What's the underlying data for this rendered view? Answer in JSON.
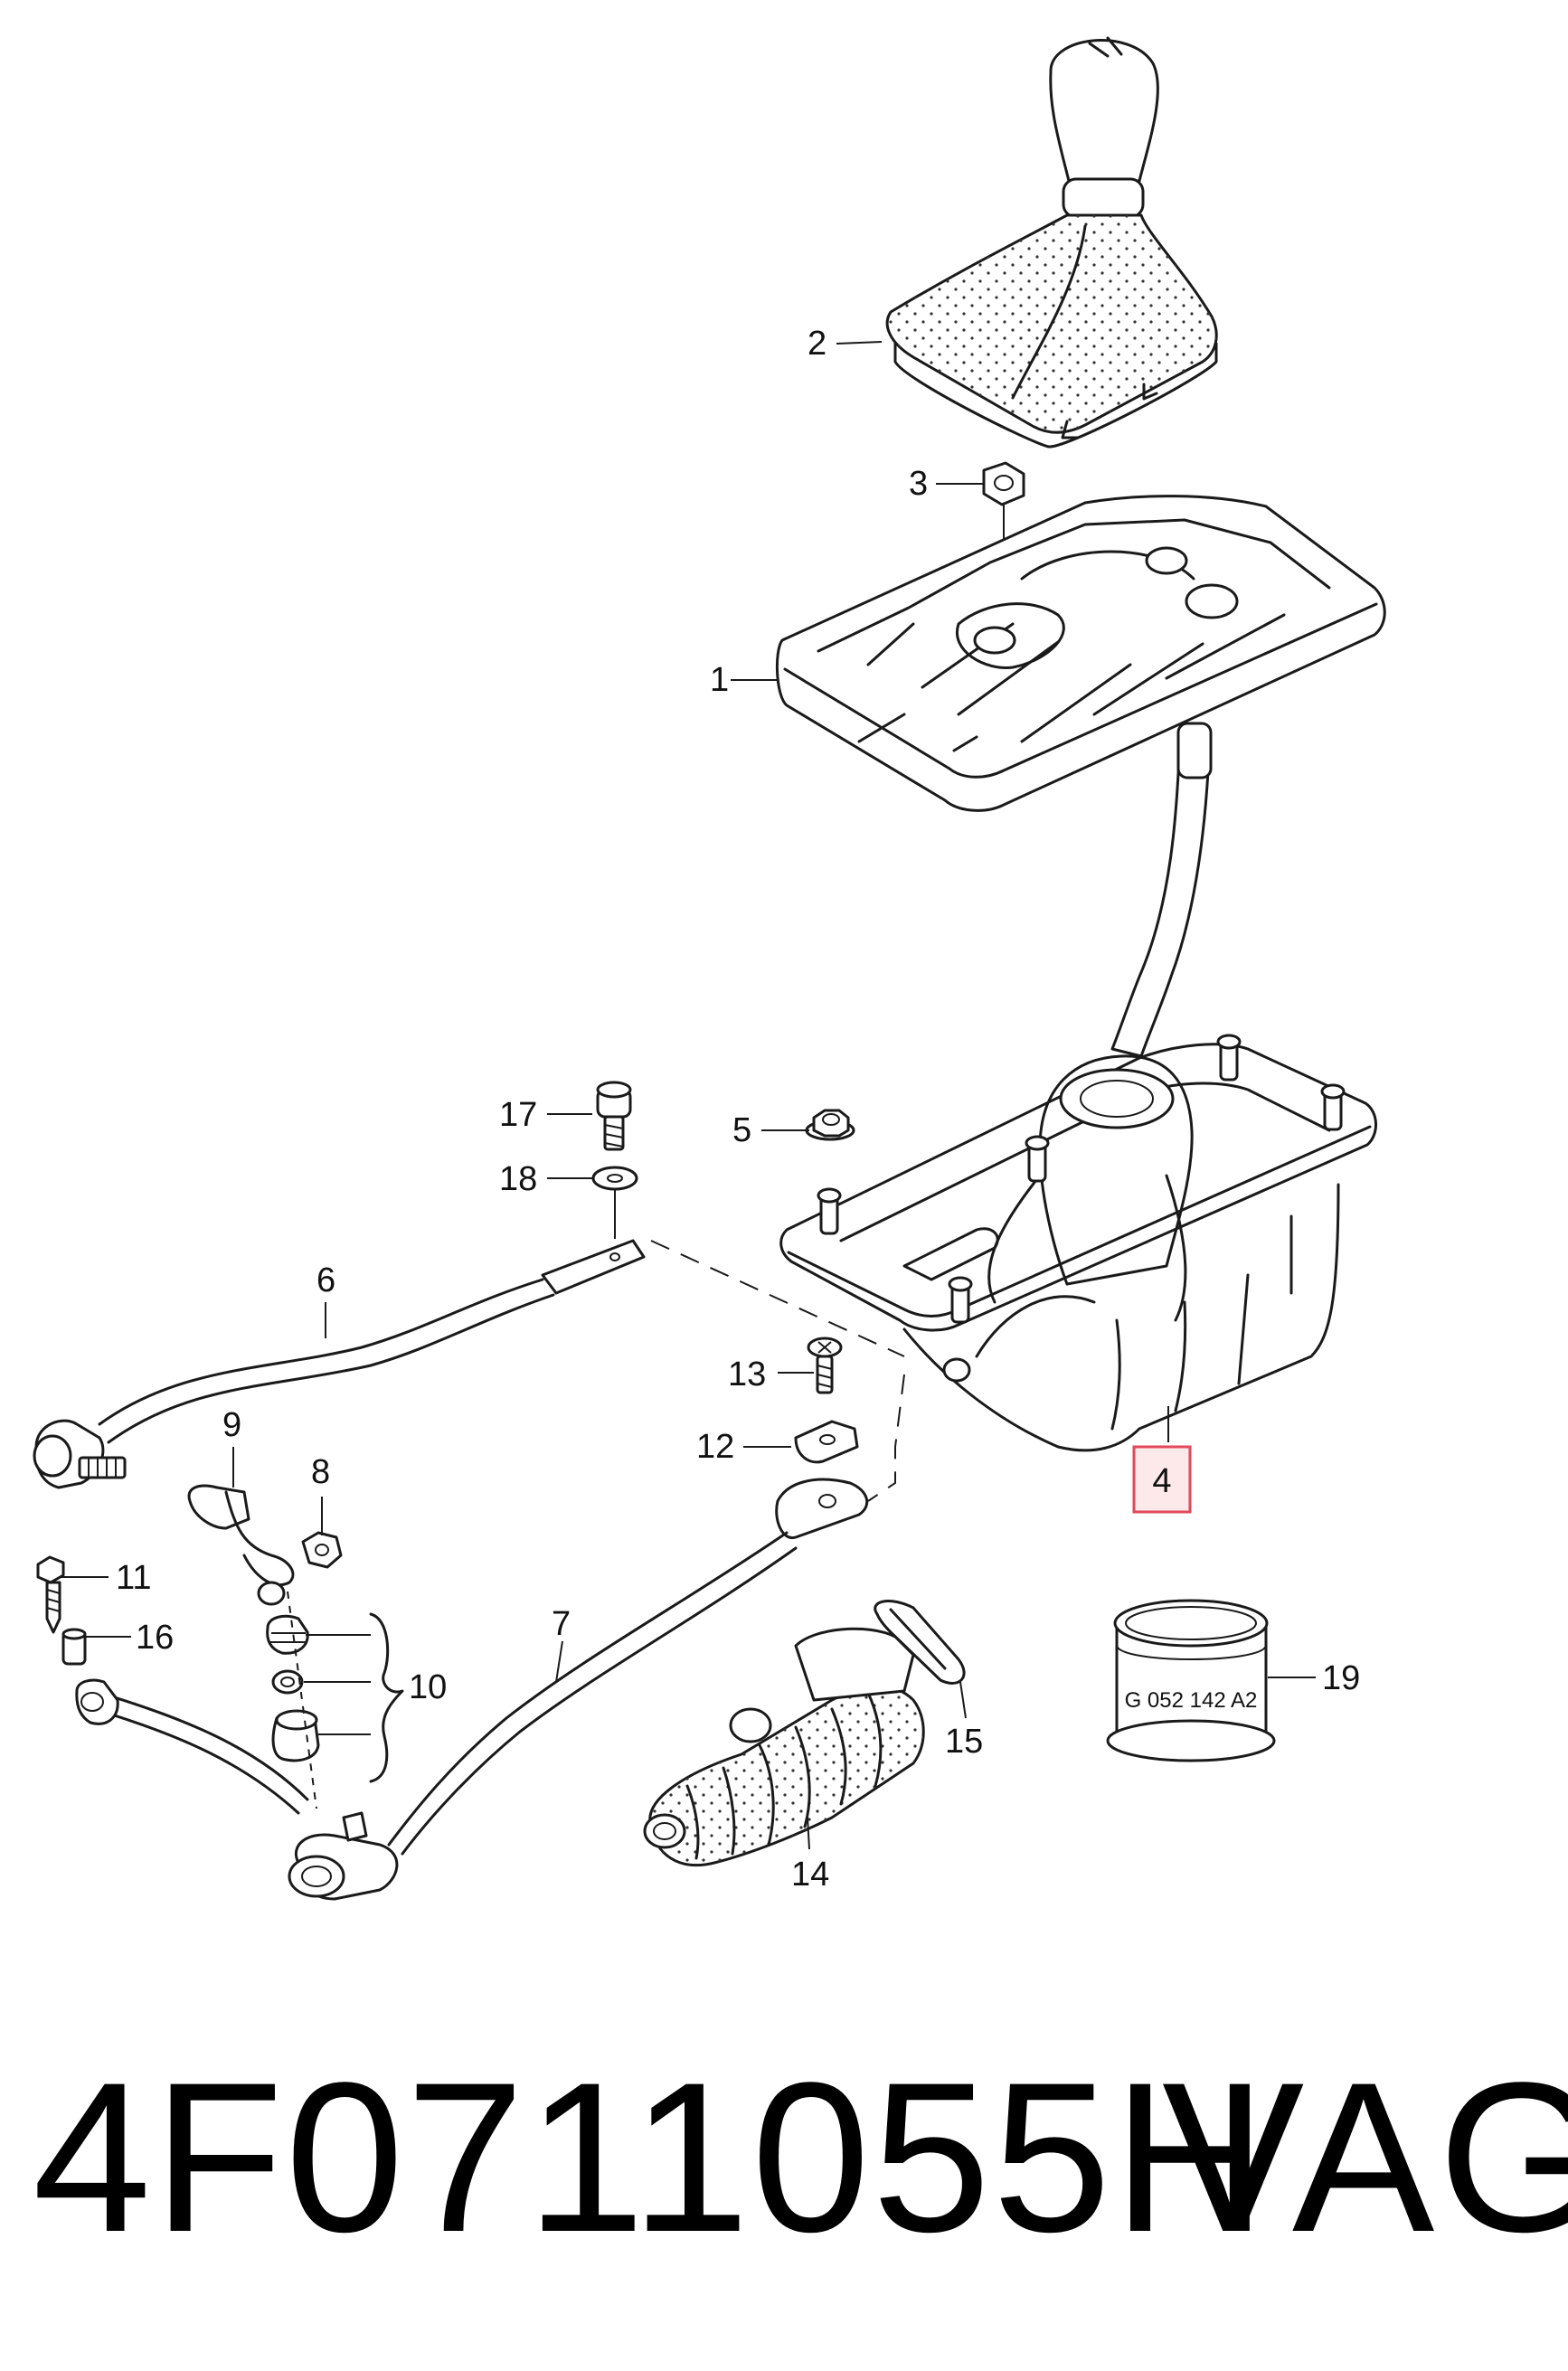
{
  "callouts": {
    "c1": "1",
    "c2": "2",
    "c3": "3",
    "c4": "4",
    "c5": "5",
    "c6": "6",
    "c7": "7",
    "c8": "8",
    "c9": "9",
    "c10": "10",
    "c11": "11",
    "c12": "12",
    "c13": "13",
    "c14": "14",
    "c15": "15",
    "c16": "16",
    "c17": "17",
    "c18": "18",
    "c19": "19"
  },
  "highlight": {
    "callout": "4",
    "color": "#e04a5a",
    "fill": "#fde8ea"
  },
  "seal_stamp": "G 052 142 A2",
  "footer": {
    "part_number": "4F0711055H",
    "brand": "VAG"
  }
}
